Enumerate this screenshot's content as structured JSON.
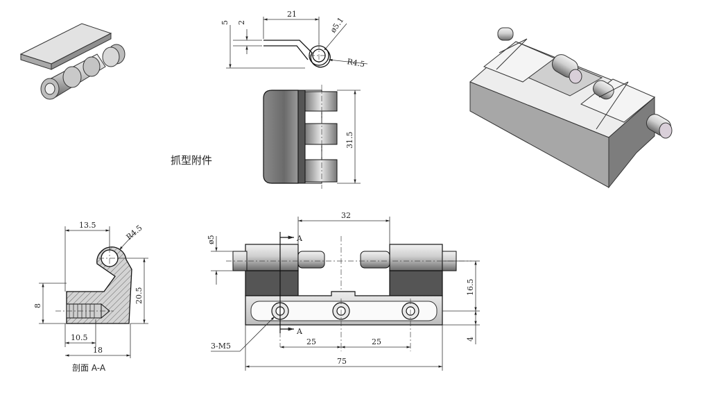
{
  "caption_part": "抓型附件",
  "caption_section": "剖面 A-A",
  "top_view": {
    "dim_width": "21",
    "dim_h5": "5",
    "dim_h2": "2",
    "dim_dia": "ø5.1",
    "dim_radius": "R4.5"
  },
  "side_view": {
    "dim_height": "31.5"
  },
  "section_view": {
    "dim_13_5": "13.5",
    "dim_r45": "R4.5",
    "dim_20_5": "20.5",
    "dim_8": "8",
    "dim_10_5": "10.5",
    "dim_18": "18"
  },
  "front_view": {
    "dim_32": "32",
    "dim_dia5": "ø5",
    "label_a_top": "A",
    "label_a_bottom": "A",
    "dim_16_5": "16.5",
    "dim_4": "4",
    "dim_25_left": "25",
    "dim_25_right": "25",
    "dim_75": "75",
    "thread_note": "3-M5"
  }
}
